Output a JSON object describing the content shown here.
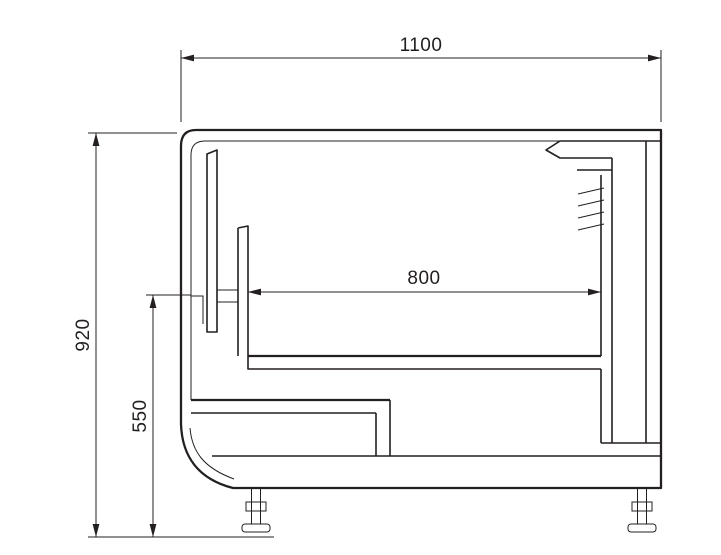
{
  "drawing": {
    "background": "#ffffff",
    "line_color": "#231f20",
    "dimensions": {
      "overall_width": "1100",
      "overall_height": "920",
      "front_height": "550",
      "inner_depth": "800"
    }
  }
}
